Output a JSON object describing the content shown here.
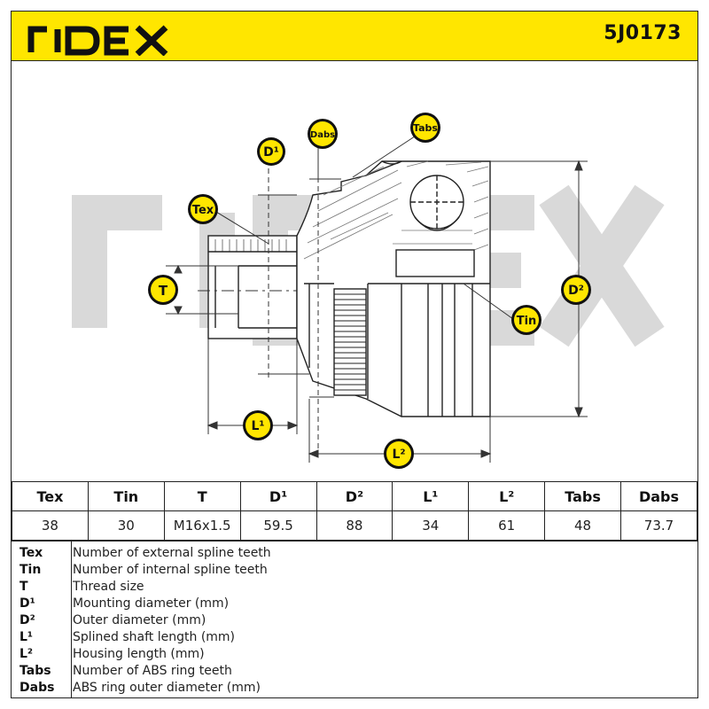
{
  "header": {
    "brand": "RIDEX",
    "part_number": "5J0173",
    "brand_color": "#ffe600"
  },
  "drawing": {
    "watermark": "RIDEX",
    "labels": {
      "tex": "Tex",
      "tin": "Tin",
      "t": "T",
      "d1": "D¹",
      "d2": "D²",
      "l1": "L¹",
      "l2": "L²",
      "tabs": "Tabs",
      "dabs": "Dabs"
    },
    "badge_color": "#ffe600"
  },
  "table": {
    "headers": [
      "Tex",
      "Tin",
      "T",
      "D¹",
      "D²",
      "L¹",
      "L²",
      "Tabs",
      "Dabs"
    ],
    "values": [
      "38",
      "30",
      "M16x1.5",
      "59.5",
      "88",
      "34",
      "61",
      "48",
      "73.7"
    ]
  },
  "legend": [
    {
      "key": "Tex",
      "text": "Number of external spline teeth"
    },
    {
      "key": "Tin",
      "text": "Number of internal spline teeth"
    },
    {
      "key": "T",
      "text": "Thread size"
    },
    {
      "key": "D¹",
      "text": "Mounting diameter (mm)"
    },
    {
      "key": "D²",
      "text": "Outer diameter (mm)"
    },
    {
      "key": "L¹",
      "text": "Splined shaft length (mm)"
    },
    {
      "key": "L²",
      "text": "Housing length (mm)"
    },
    {
      "key": "Tabs",
      "text": "Number of ABS ring teeth"
    },
    {
      "key": "Dabs",
      "text": "ABS ring outer diameter (mm)"
    }
  ]
}
